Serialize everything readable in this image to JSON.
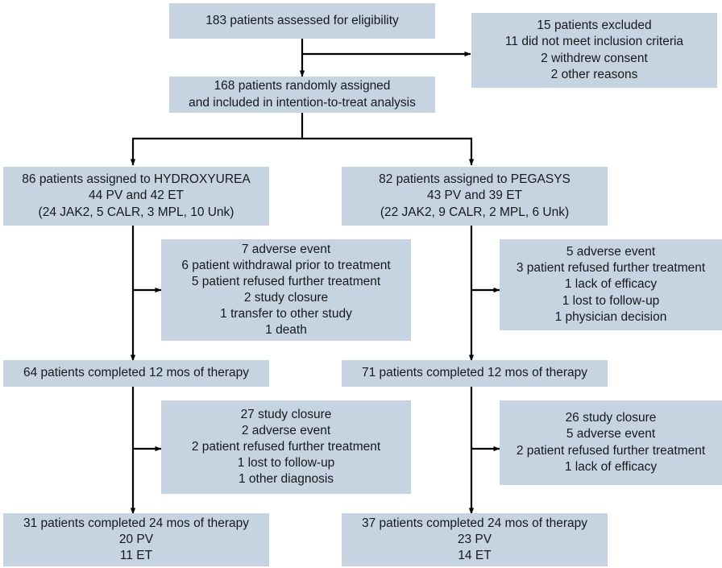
{
  "diagram": {
    "type": "consort-flow-diagram",
    "box_fill": "#c6d4e1",
    "line_color": "#000000",
    "text_color": "#16191c",
    "nodes": {
      "assessed": {
        "lines": [
          "183 patients assessed for eligibility"
        ]
      },
      "excluded": {
        "lines": [
          "15 patients excluded",
          "11 did not meet inclusion criteria",
          "2 withdrew consent",
          "2 other reasons"
        ]
      },
      "randomized": {
        "lines": [
          "168 patients randomly assigned",
          "and included in intention-to-treat analysis"
        ]
      },
      "arm_left": {
        "lines": [
          "86 patients assigned to HYDROXYUREA",
          "44 PV and 42 ET",
          "(24 JAK2, 5 CALR, 3 MPL, 10 Unk)"
        ]
      },
      "arm_right": {
        "lines": [
          "82 patients assigned to PEGASYS",
          "43 PV and 39 ET",
          "(22 JAK2, 9 CALR, 2 MPL, 6 Unk)"
        ]
      },
      "dropout_left_1": {
        "lines": [
          "7 adverse event",
          "6 patient withdrawal prior to treatment",
          "5 patient refused further treatment",
          "2 study closure",
          "1 transfer to other study",
          "1 death"
        ]
      },
      "dropout_right_1": {
        "lines": [
          "5 adverse event",
          "3 patient refused further treatment",
          "1 lack of efficacy",
          "1 lost to follow-up",
          "1 physician decision"
        ]
      },
      "completed12_left": {
        "lines": [
          "64 patients completed 12 mos of therapy"
        ]
      },
      "completed12_right": {
        "lines": [
          "71 patients completed 12 mos of therapy"
        ]
      },
      "dropout_left_2": {
        "lines": [
          "27 study closure",
          "2 adverse event",
          "2 patient refused further treatment",
          "1 lost to follow-up",
          "1 other diagnosis"
        ]
      },
      "dropout_right_2": {
        "lines": [
          "26 study closure",
          "5 adverse event",
          "2 patient refused further treatment",
          "1 lack of efficacy"
        ]
      },
      "completed24_left": {
        "lines": [
          "31 patients completed 24 mos of therapy",
          "20 PV",
          "11 ET"
        ]
      },
      "completed24_right": {
        "lines": [
          "37 patients completed 24 mos of therapy",
          "23 PV",
          "14 ET"
        ]
      }
    }
  }
}
